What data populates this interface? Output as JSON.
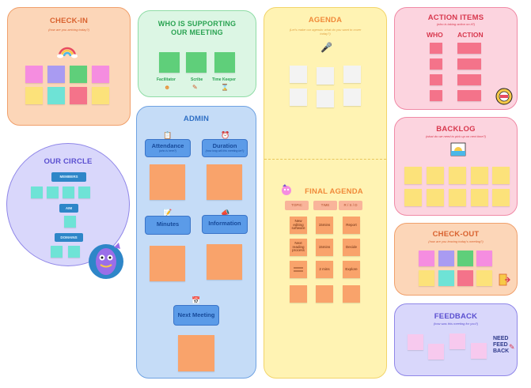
{
  "checkin": {
    "title": "CHECK-IN",
    "subtitle": "(how are you arriving today?)"
  },
  "support": {
    "title": "WHO IS SUPPORTING OUR MEETING",
    "roles": [
      "Facilitator",
      "Scribe",
      "Time Keeper"
    ]
  },
  "agenda": {
    "title": "AGENDA",
    "subtitle": "(Let's make our agenda: what do you want to cover today?)"
  },
  "action_items": {
    "title": "ACTION ITEMS",
    "subtitle": "(who is taking action on it?)",
    "col_who": "WHO",
    "col_action": "ACTION"
  },
  "circle": {
    "title": "OUR CIRCLE",
    "members": "MEMBERS",
    "aim": "AIM",
    "domains": "DOMAINS"
  },
  "admin": {
    "title": "ADMIN",
    "attendance": {
      "label": "Attendance",
      "sub": "(who is here?)"
    },
    "duration": {
      "label": "Duration",
      "sub": "(how long will this meeting be?)"
    },
    "minutes": {
      "label": "Minutes",
      "sub": ""
    },
    "information": {
      "label": "Information",
      "sub": ""
    },
    "next_meeting": {
      "label": "Next Meeting"
    }
  },
  "final_agenda": {
    "title": "FINAL AGENDA",
    "headers": [
      "TOPIC",
      "TIME",
      "R / S / D"
    ],
    "rows": [
      [
        "New editing software",
        "15mins",
        "Report"
      ],
      [
        "Next reading process",
        "15mins",
        "Decide"
      ],
      [
        "",
        "2 mins",
        "Explore"
      ],
      [
        "",
        "",
        ""
      ]
    ]
  },
  "backlog": {
    "title": "BACKLOG",
    "subtitle": "(what do we need to pick up on next time?)"
  },
  "checkout": {
    "title": "CHECK-OUT",
    "subtitle": "(how are you leaving today's meeting?)"
  },
  "feedback": {
    "title": "FEEDBACK",
    "subtitle": "(how was this meeting for you?)",
    "badge": [
      "NEED",
      "FEED",
      "BACK"
    ]
  },
  "colors": {
    "checkin_bg": "#fcd6b8",
    "support_bg": "#dcf6e4",
    "agenda_bg": "#fff3b3",
    "action_bg": "#fcd4df",
    "circle_bg": "#d9d7fb",
    "admin_bg": "#c5dcf7",
    "backlog_bg": "#fcd4df",
    "checkout_bg": "#fcd6b8",
    "feedback_bg": "#d9d7fb"
  }
}
